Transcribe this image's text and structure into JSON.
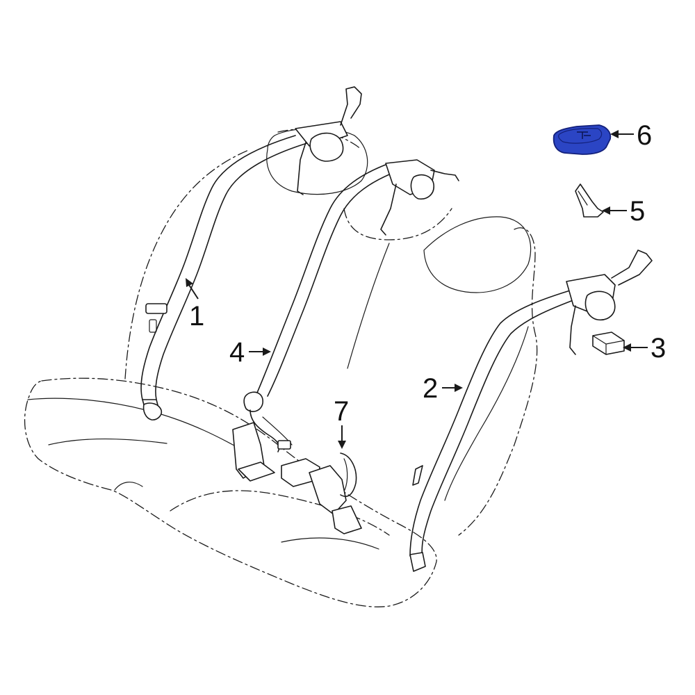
{
  "callouts": {
    "c1": "1",
    "c2": "2",
    "c3": "3",
    "c4": "4",
    "c5": "5",
    "c6": "6",
    "c7": "7"
  },
  "colors": {
    "highlight": "#2b45c4",
    "highlight_dark": "#13207a",
    "line": "#1a1a1a"
  }
}
